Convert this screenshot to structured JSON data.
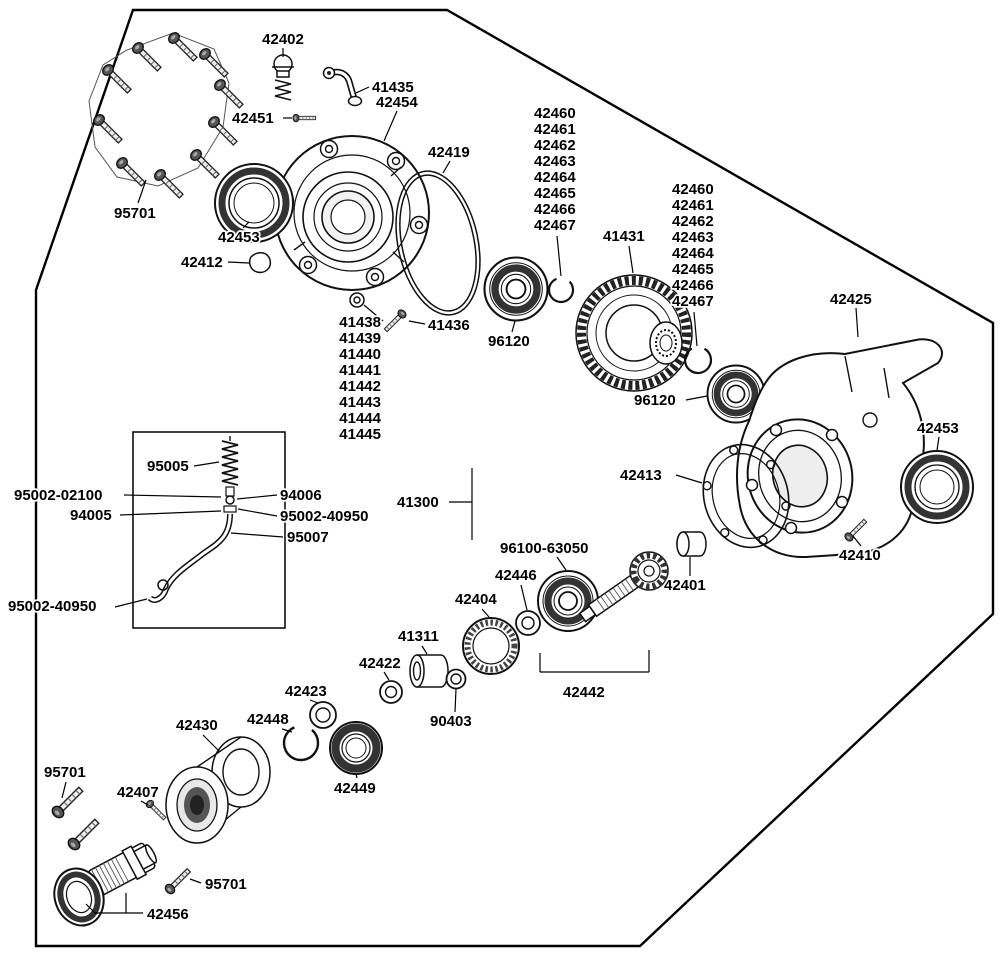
{
  "page": {
    "background": "#ffffff",
    "line_color": "#000000"
  },
  "labels": {
    "l42402": "42402",
    "l41435": "41435",
    "l42454": "42454",
    "l42451": "42451",
    "l42419": "42419",
    "l95701_top": "95701",
    "l42453_left": "42453",
    "l42412": "42412",
    "bolt_stack": [
      "41438",
      "41439",
      "41440",
      "41441",
      "41442",
      "41443",
      "41444",
      "41445"
    ],
    "l41436": "41436",
    "l96120_left": "96120",
    "oring_stack_left": [
      "42460",
      "42461",
      "42462",
      "42463",
      "42464",
      "42465",
      "42466",
      "42467"
    ],
    "l41431": "41431",
    "oring_stack_right": [
      "42460",
      "42461",
      "42462",
      "42463",
      "42464",
      "42465",
      "42466",
      "42467"
    ],
    "l96120_right": "96120",
    "l42425": "42425",
    "l42453_right": "42453",
    "l42413": "42413",
    "l42410": "42410",
    "l42401": "42401",
    "l96100_63050": "96100-63050",
    "l42446": "42446",
    "l42404": "42404",
    "l41311": "41311",
    "l42422": "42422",
    "l90403": "90403",
    "l42442": "42442",
    "l42423": "42423",
    "l42448": "42448",
    "l42430": "42430",
    "l42407": "42407",
    "l42449": "42449",
    "l95701_bottom_left": "95701",
    "l95701_bottom_mid": "95701",
    "l42456": "42456",
    "l41300": "41300",
    "inset": {
      "l95005": "95005",
      "l95002_02100": "95002-02100",
      "l94005": "94005",
      "l94006": "94006",
      "l95002_40950_a": "95002-40950",
      "l95007": "95007",
      "l95002_40950_b": "95002-40950"
    }
  }
}
